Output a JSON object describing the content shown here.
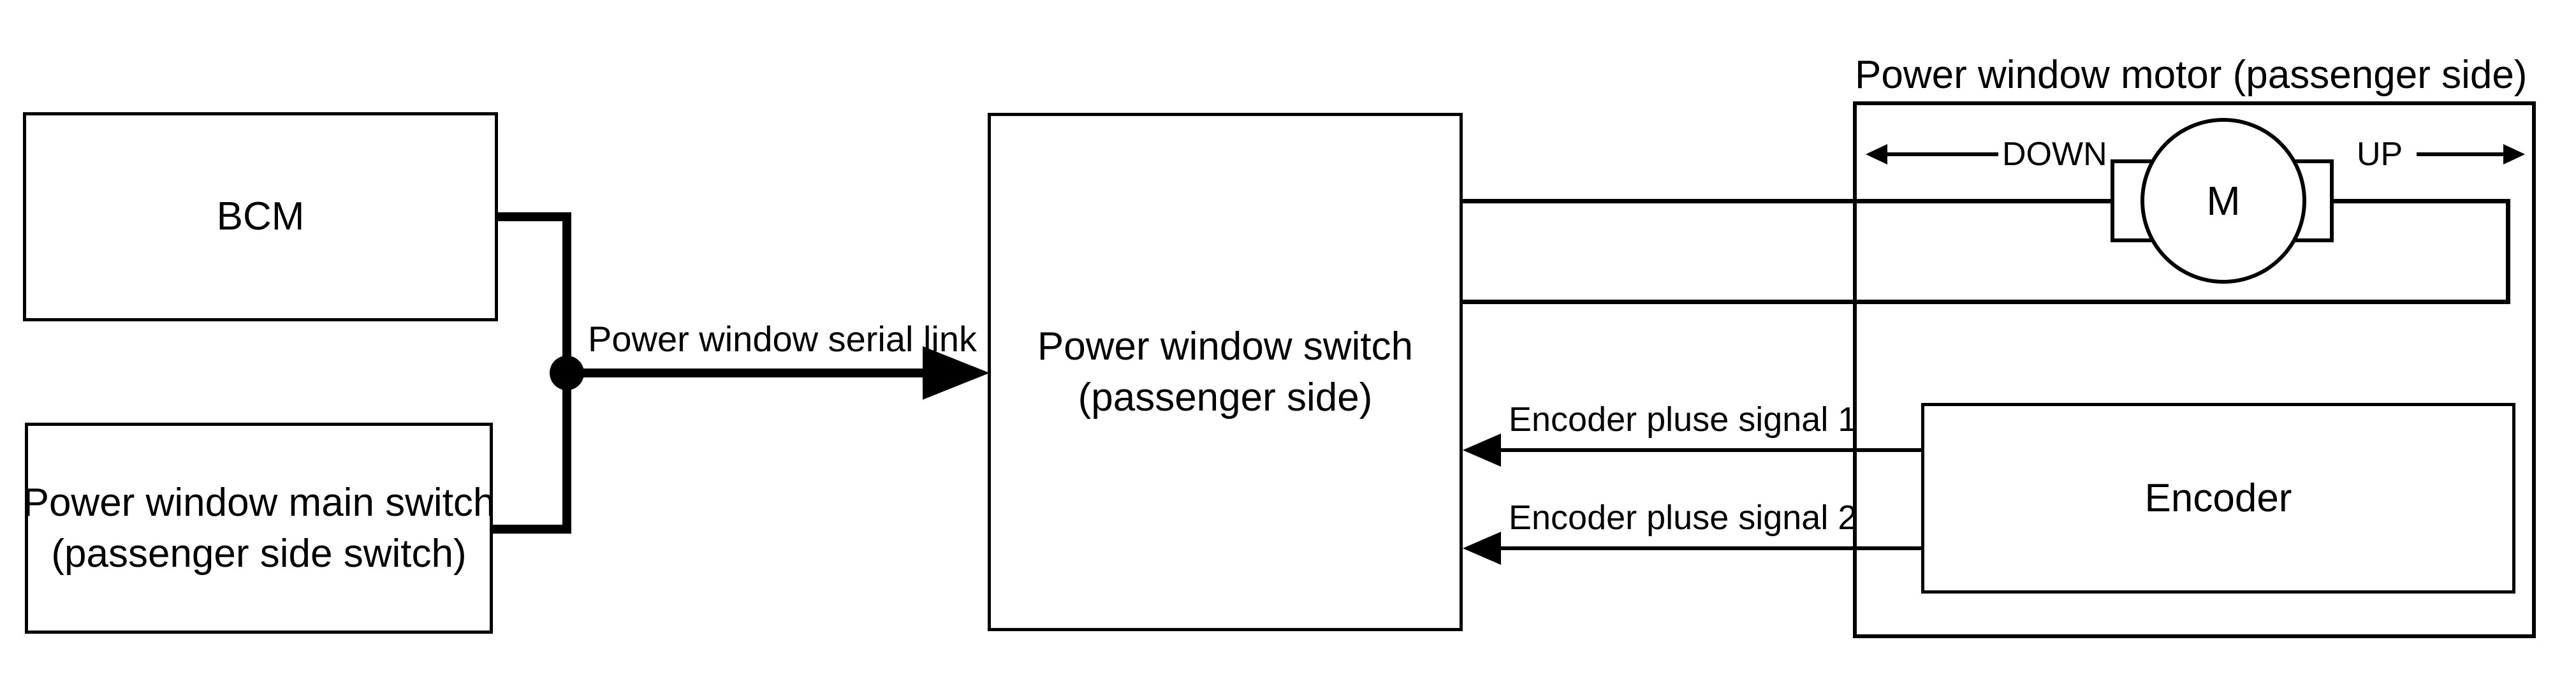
{
  "diagram": {
    "title": "Power window motor (passenger side)",
    "colors": {
      "background": "#ffffff",
      "line": "#000000",
      "text": "#000000"
    },
    "boxes": {
      "bcm": {
        "label": "BCM"
      },
      "main_switch": {
        "line1": "Power window main switch",
        "line2": "(passenger side switch)"
      },
      "passenger_switch": {
        "line1": "Power window switch",
        "line2": "(passenger side)"
      },
      "encoder": {
        "label": "Encoder"
      },
      "motor": {
        "label": "M"
      }
    },
    "labels": {
      "serial_link": "Power window serial link",
      "down": "DOWN",
      "up": "UP",
      "encoder_signal_1": "Encoder pluse signal 1",
      "encoder_signal_2": "Encoder pluse signal 2"
    }
  }
}
